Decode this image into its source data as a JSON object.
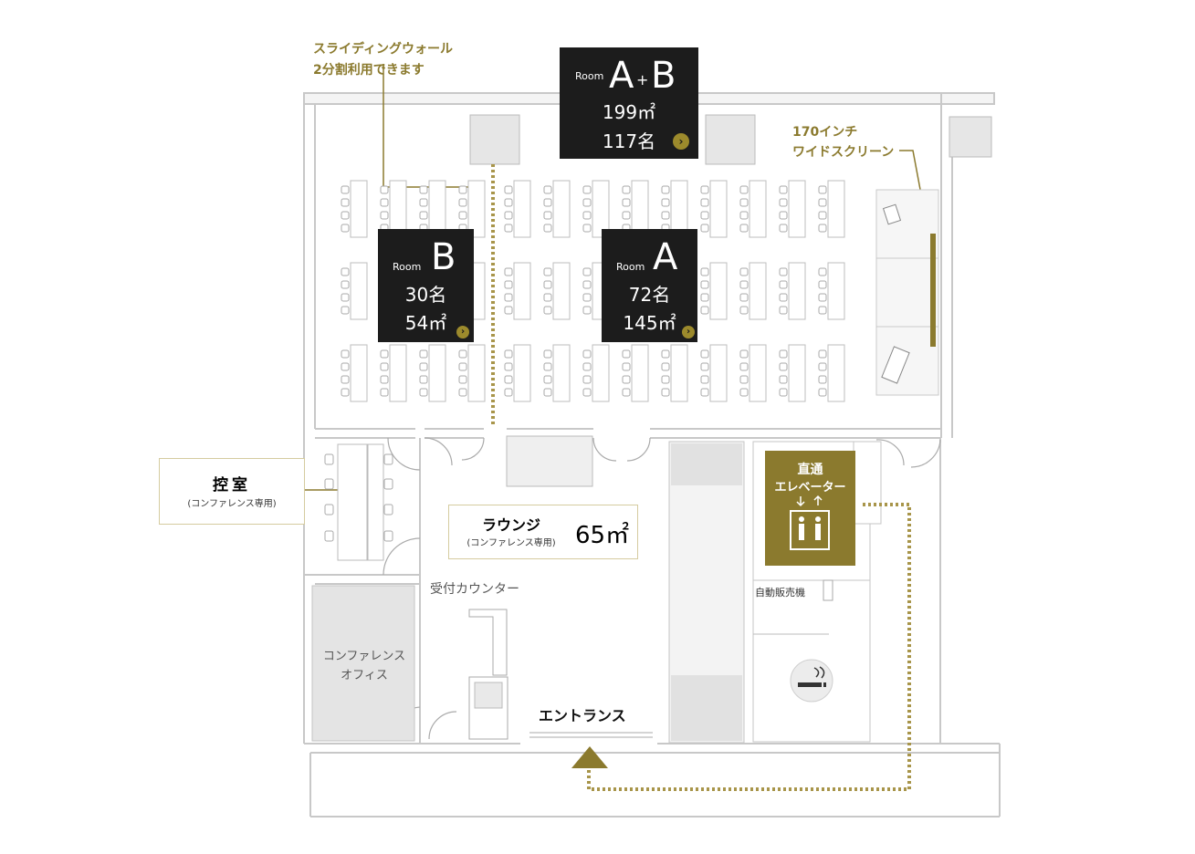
{
  "rooms": {
    "ab": {
      "prefix": "Room",
      "letter_a": "A",
      "plus": "+",
      "letter_b": "B",
      "area": "199㎡",
      "capacity": "117名",
      "link_icon": "chevron-right-icon"
    },
    "b": {
      "prefix": "Room",
      "letter": "B",
      "capacity": "30名",
      "area": "54㎡",
      "link_icon": "chevron-right-icon"
    },
    "a": {
      "prefix": "Room",
      "letter": "A",
      "capacity": "72名",
      "area": "145㎡",
      "link_icon": "chevron-right-icon"
    }
  },
  "annotations": {
    "sliding_wall_line1": "スライディングウォール",
    "sliding_wall_line2": "2分割利用できます",
    "screen_line1": "170インチ",
    "screen_line2": "ワイドスクリーン"
  },
  "waiting_room": {
    "title": "控室",
    "sub": "(コンファレンス専用)"
  },
  "lounge": {
    "title": "ラウンジ",
    "sub": "(コンファレンス専用)",
    "area": "65㎡"
  },
  "elevator": {
    "line1": "直通",
    "line2": "エレベーター",
    "icon": "elevator-people-icon"
  },
  "labels": {
    "reception": "受付カウンター",
    "office_line1": "コンファレンス",
    "office_line2": "オフィス",
    "vending": "自動販売機",
    "entrance": "エントランス",
    "smoking_icon": "smoking-icon",
    "entrance_icon": "triangle-up-icon"
  },
  "colors": {
    "gold": "#8b7a2e",
    "card": "#1c1c1c",
    "accent": "#9c8a2c",
    "wall": "#cfcfcf",
    "block": "#e4e4e4"
  }
}
